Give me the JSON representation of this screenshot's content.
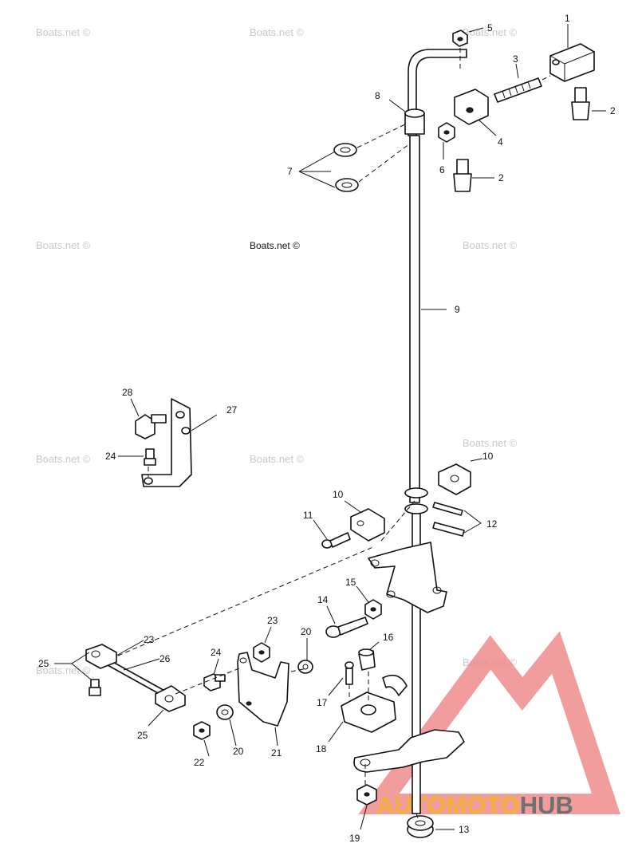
{
  "watermark": "Boats.net ©",
  "logo": {
    "part1": "AUTOMOTO",
    "part2": "HUB"
  },
  "callouts": [
    "1",
    "2",
    "2",
    "3",
    "4",
    "5",
    "6",
    "7",
    "8",
    "9",
    "10",
    "10",
    "11",
    "12",
    "13",
    "14",
    "15",
    "16",
    "17",
    "18",
    "19",
    "20",
    "20",
    "21",
    "22",
    "23",
    "23",
    "24",
    "24",
    "25",
    "25",
    "26",
    "27",
    "28"
  ],
  "colors": {
    "line": "#111111",
    "watermark": "#c9c9c9",
    "logo_triangle": "#f08c8c",
    "logo_orange": "#f2b13a",
    "logo_gray": "#707070"
  }
}
